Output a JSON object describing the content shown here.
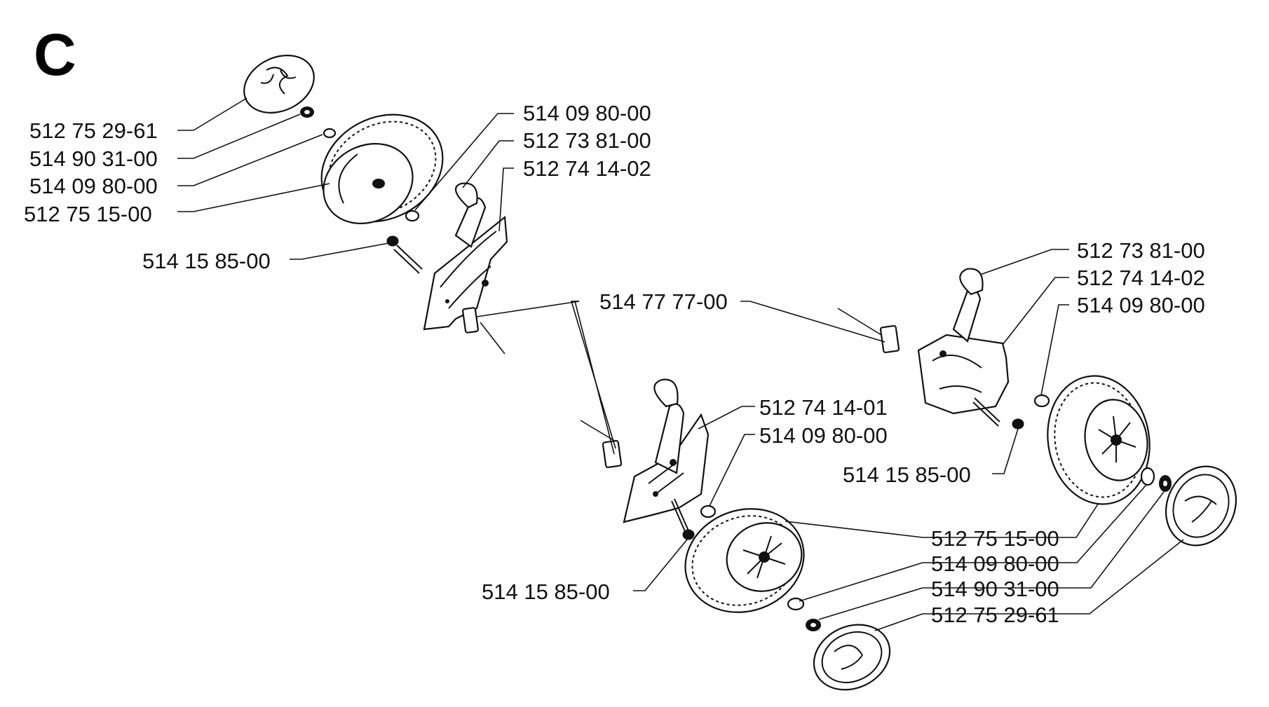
{
  "section_letter": "C",
  "labels": {
    "l1": "512 75 29-61",
    "l2": "514 90 31-00",
    "l3": "514 09 80-00",
    "l4": "512 75 15-00",
    "l5": "514 15 85-00",
    "t1": "514 09 80-00",
    "t2": "512 73 81-00",
    "t3": "512 74 14-02",
    "mid": "514 77 77-00",
    "r1": "512 73 81-00",
    "r2": "512 74 14-02",
    "r3": "514 09 80-00",
    "r4": "514 15 85-00",
    "c1": "512 74 14-01",
    "c2": "514 09 80-00",
    "c3": "514 15 85-00",
    "b1": "512 75 15-00",
    "b2": "514 09 80-00",
    "b3": "514 90 31-00",
    "b4": "512 75 29-61"
  }
}
